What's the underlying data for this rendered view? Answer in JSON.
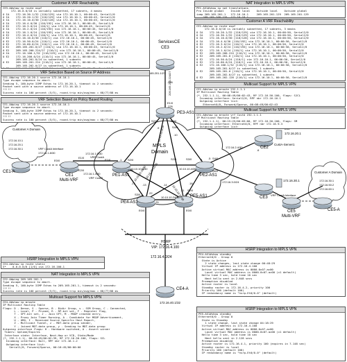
{
  "panels": [
    {
      "id": "p1",
      "title": "Customer A VRF Reachability",
      "lines": [
        "CE3-A#show ip route ospf",
        "     172.16.0.0/16 is variably subnetted, 17 subnets, 4 masks",
        "O IA    172.16.30.1/32 [110/129] via 172.16.10.1, 00:00:45, Serial1/0",
        "O IA    172.16.20.1/32 [110/129] via 172.16.10.1, 00:00:45, Serial1/0",
        "O IA    172.16.10.0/30 [110/128] via 172.16.10.1, 00:00:45, Serial1/0",
        "O IA    172.16.4.0/30 [110/192] via 172.16.10.1, 00:00:45, Serial1/0",
        "O E2    172.16.3.0/24 [110/1] via 172.16.10.1, 00:00:45, Serial1/0",
        "O IA    172.16.2.0/24 [110/193] via 172.16.10.1, 00:00:45, Serial1/0",
        "O IA    172.16.1.0/24 [110/193] via 172.16.10.1, 00:00:45, Serial1/0",
        "O E2    172.16.4.0/24 [110/1] via 172.16.10.1, 00:00:45, Serial1/0",
        "O E2    172.16.10.0/30 [110/1] via 172.16.10.1, 00:00:45, Serial1/0",
        "O E2    172.16.50.0/24 [110/1] via 172.16.10.1, 00:00:45, Serial1/0",
        "O E2    172.16.60.0/24 [110/1] via 172.16.10.1, 00:00:45, Serial1/0",
        "O E2    209.165.201.0/27 [110/1] via 172.16.10.1, 00:00:45, Serial1/0",
        "O E2    209.165.200.224/27 [110/1] via 172.16.10.1, 00:00:45, Serial1/0",
        "O IA    172.16.100.1/32 [110/129] via 172.16.10.1, 00:00:45, Serial1/0",
        "O E2    172.16.200.0/24 [110/1] via 172.16.10.1, 00:00:45, Serial1/0",
        "        209.165.201.0/24 is subnetted, 1 subnets",
        "O E2    209.165.201.224 [110/1] via 172.16.10.1, 00:00:45, Serial1/0",
        "        209.165.202.0/27 is subnetted, 1 subnets",
        "O E2    209.165.202.128 [110/1] via 172.16.10.1, 00:00:45, Serial1/0"
      ]
    },
    {
      "id": "p2",
      "title": "VRF Selection Based on Source IP Address",
      "lines": [
        "CE1-A#ping 172.16.20.1 source 172.16.10.1",
        "Type escape sequence to abort.",
        "Sending 5, 100-byte ICMP Echos to 172.16.20.1, timeout is 2 seconds:",
        "Packet sent with a source address of 172.16.10.1",
        "!!!!!",
        "Success rate is 100 percent (5/5), round-trip min/avg/max = 68/77/88 ms"
      ]
    },
    {
      "id": "p3",
      "title": "VRF Selection Based on Policy Based Routing",
      "lines": [
        "CE1-A#ping 172.16.20.1 source 172.16.10.1",
        "Type escape sequence to abort.",
        "Sending 5, 100-byte ICMP Echos to 172.16.20.1, timeout is 2 seconds:",
        "Packet sent with a source address of 172.16.10.1",
        "!!!!!",
        "Success rate is 100 percent (5/5), round-trip min/avg/max = 68/77/88 ms"
      ]
    },
    {
      "id": "p4",
      "title": "NAT Integration to MPLS VPN",
      "lines": [
        "PE1-AS1#show ip nat translations",
        "Pro Inside global    Inside local    Outside local    Outside global",
        "icmp 209.165.201.1   172.16.10.1     209.165.201.129  209.165.201.129",
        "--- 209.165.200.225  172.16.10.1     ---              ---"
      ]
    },
    {
      "id": "p5",
      "title": "Customer A VRF Reachability",
      "lines": [
        "CE1-A#show ip route ospf",
        "     172.16.0.0/16 is variably subnetted, 17 subnets, 3 masks",
        "O IA    172.16.20.1/32 [110/129] via 172.16.10.1, 00:00:50, Serial2/0",
        "O IA    172.16.30.1/32 [110/129] via 172.16.10.1, 00:00:50, Serial2/0",
        "O IA    172.16.10.0/30 [110/128] via 172.16.10.1, 00:00:50, Serial2/0",
        "O IA    172.16.4.0/30 [110/192] via 172.16.10.1, 00:00:50, Serial2/0",
        "O E2    172.16.3.0/24 [110/1] via 172.16.10.1, 00:00:50, Serial2/0",
        "O IA    172.16.2.0/24 [110/193] via 172.16.10.1, 00:00:50, Serial2/0",
        "O E2    172.16.1.0/24 [110/1] via 172.16.10.1, 00:00:50, Serial2/0",
        "O E2    209.165.200.224 [110/1] via 172.16.10.1, 00:00:50, Serial2/0",
        "O E2    209.165.201.0 [110/1] via 172.16.10.1, 00:00:50, Serial2/0",
        "O E2    172.16.50.0/24 [110/1] via 172.16.10.1, 00:00:50, Serial2/0",
        "O E2    172.16.60.0/24 [110/1] via 172.16.10.1, 00:00:50, Serial2/0",
        "O E2    172.16.100.1/32 [110/1] via 172.16.10.1, 00:00:50, Serial2/0",
        "        209.165.201.0/27 is subnetted, 1 subnets",
        "O E2    209.165.201.0 [110/1] via 172.16.10.1, 00:00:50, Serial2/0",
        "        209.165.202.0/27 is subnetted, 1 subnets",
        "O E2    209.165.202.128 [110/1] via 172.16.10.1, 00:00:50, Serial2/0"
      ]
    },
    {
      "id": "p6",
      "title": "Multicast Support for MPLS VPN",
      "lines": [
        "CE1-A#show ip mroute 232.1.1.1",
        "IP Multicast Routing Table",
        "(*, 232.1.1.1), 00:08:49/00:02:43, RP 172.16.50.100, flags: SJCL",
        "  Incoming interface: Serial2/0, RPF nbr 172.16.10.1",
        "  Outgoing interface list:",
        "    Ethernet0/0, Forward/Sparse, 00:08:49/00:02:43"
      ]
    },
    {
      "id": "p7",
      "title": "Multicast Support for MPLS VPN",
      "lines": [
        "CE1-A#show ip mroute vrf CustA 232.1.1.1",
        "IP Multicast Routing Table",
        "(*, 232.1.1.1), 00:15:25/00:03:00, RP 172.16.50.100, flags: SM",
        "  Incoming interface: Ethernet0/0, RPF nbr 172.16.9.3",
        "  Outgoing interface list:",
        "    Serial2/0, Forward/Sparse, 00:15:25/00:03:00"
      ]
    },
    {
      "id": "p8",
      "title": "HSRP Integration to MPLS VPN",
      "lines": [
        "CE4-A#show ip route static",
        "S*    0.0.0.0/0 [1/0] via 172.16.100.1"
      ]
    },
    {
      "id": "p9",
      "title": "NAT Integration to MPLS VPN",
      "lines": [
        "CE2-A#ping 209.165.201.1",
        "Type escape sequence to abort.",
        "Sending 5, 100-byte ICMP Echos to 209.165.201.1, timeout is 2 seconds:",
        "!!!!!",
        "Success rate is 100 percent (5/5), round-trip min/avg/max = 68/77/88 ms"
      ]
    },
    {
      "id": "p10",
      "title": "Multicast Support for MPLS VPN",
      "lines": [
        "CE4-A#show ip mroute",
        "IP Multicast Routing Table",
        "Flags: D - Dense, S - Sparse, B - Bidir Group, s - SSM Group, C - Connected,",
        "       L - Local, P - Pruned, R - RP-bit set, F - Register flag,",
        "       T - SPT-bit set, J - Join SPT, M - MSDP created entry,",
        "       X - Proxy Join Timer Running, A - Candidate for MSDP Advertisement,",
        "       U - URD, I - Received Source Specific Host Report,",
        "       Z - Multicast Tunnel, z - MDT-data group sender,",
        "       Y - Joined MDT-data group, y - Sending to MDT-data group",
        "Outgoing interface flags: H - Hardware switched, A - Assert winner",
        " Timers: Uptime/Expires",
        " Interface state: Interface, Next-Hop or VCD, State/Mode",
        "",
        "(*, 232.1.1.1), 00:16:45/00:02:39, RP 172.16.50.100, flags: SCL",
        "  Incoming interface: Null, RPF nbr 172.16.1.2",
        "  Outgoing interface list:",
        "    Serial1/0, Forward/Sparse, 00:16:45/00:00:00"
      ]
    },
    {
      "id": "p11",
      "title": "HSRP Integration to MPLS VPN",
      "lines": [
        "PE4-AS1#show standby",
        "Ethernet0/0 - Group 0",
        "  State is Active",
        "    2 state changes, last state change 00:48:29",
        "  Virtual IP address is 172.16.4.100",
        "  Active virtual MAC address is 0000.0c07.ac00",
        "    Local virtual MAC address is 0000.0c07.ac00 (v1 default)",
        "  Hello time 3 sec, hold time 10 sec",
        "    Next hello sent in 2.648 secs",
        "  Preemption disabled",
        "  Active router is local",
        "  Standby router is 172.16.4.2, priority 100",
        "  Priority 100 (default 100)",
        "  IP redundancy name is \"hsrp-Et0/0-0\" (default)"
      ]
    },
    {
      "id": "p12",
      "title": "HSRP Integration to MPLS VPN",
      "lines": [
        "PE5-AS1#show standby",
        "Ethernet0/0 - Group 0",
        "  State is Standby",
        "    1 state change, last state change 04:18:29",
        "  Virtual IP address is 172.16.4.100",
        "  Active virtual MAC address is 0000.0c07.ac00",
        "    Local virtual MAC address is 0000.0c07.ac00 (v1 default)",
        "  Hello time 3 sec, hold time 10 sec",
        "    Next hello sent in 2.128 secs",
        "  Preemption disabled",
        "  Active router is 172.16.4.1, priority 100 (expires in 7.148 sec)",
        "  Standby router is local",
        "  Priority 100 (default 100)",
        "  IP redundancy name is \"hsrp-Et0/0-0\" (default)"
      ]
    }
  ],
  "labels": [
    {
      "id": "l_servicesce",
      "text": "ServicesCE"
    },
    {
      "id": "l_ce3",
      "text": "CE3"
    },
    {
      "id": "l_ce3lo",
      "text": "Lo0- 209.165.201.1/27"
    },
    {
      "id": "l_226",
      "text": ".226"
    },
    {
      "id": "l_225",
      "text": ".225"
    },
    {
      "id": "l_e10a",
      "text": "E1/0"
    },
    {
      "id": "l_netce3",
      "text": "209.165.200.224/27"
    },
    {
      "id": "l_pe3",
      "text": "PE3-AS1"
    },
    {
      "id": "l_s20a",
      "text": "S2/0"
    },
    {
      "id": "l_s30a",
      "text": "S3/0"
    },
    {
      "id": "l_s40a",
      "text": "S4/0"
    },
    {
      "id": "l_n1010a",
      "text": "10.10.10.8/30"
    },
    {
      "id": "l_d9",
      "text": ".9"
    },
    {
      "id": "l_d10",
      "text": ".10"
    },
    {
      "id": "l_custdomain",
      "text": "Customer A Domain"
    },
    {
      "id": "l_ce1a_n1",
      "text": "172.16.10.1"
    },
    {
      "id": "l_ce1a_n2",
      "text": "172.16.20.1"
    },
    {
      "id": "l_ce1a_n3",
      "text": "172.16.30.1"
    },
    {
      "id": "l_ce1a",
      "text": "CE1-A"
    },
    {
      "id": "l_vrfif",
      "text": "VRF CustA Interface"
    },
    {
      "id": "l_ce1net",
      "text": "172.16.1.8/30"
    },
    {
      "id": "l_ce1",
      "text": "CE1"
    },
    {
      "id": "l_multivrf",
      "text": "Multi-VRF"
    },
    {
      "id": "l_e00a",
      "text": "E0/0"
    },
    {
      "id": "l_e10b",
      "text": "E1/0"
    },
    {
      "id": "l_e20a",
      "text": "E2/0"
    },
    {
      "id": "l_n1a",
      "text": "172.16.1.0/30"
    },
    {
      "id": "l_custa1",
      "text": "VRF CustA"
    },
    {
      "id": "l_n1b",
      "text": "172.16.1.4/30"
    },
    {
      "id": "l_custb1",
      "text": "VRF CustB"
    },
    {
      "id": "l_pe1",
      "text": "PE1-AS1"
    },
    {
      "id": "l_mpls",
      "text": "MPLS"
    },
    {
      "id": "l_domain",
      "text": "Domain"
    },
    {
      "id": "l_n1000",
      "text": "10.10.10.0/30"
    },
    {
      "id": "l_s20b",
      "text": "S2/0"
    },
    {
      "id": "l_s30b",
      "text": "S3/0"
    },
    {
      "id": "l_n1010b",
      "text": "10.10.10.4/30"
    },
    {
      "id": "l_pe2",
      "text": "PE2-AS1"
    },
    {
      "id": "l_n2",
      "text": "172.16.2.4/30"
    },
    {
      "id": "l_lo0",
      "text": "Lo0"
    },
    {
      "id": "l_ce2lo",
      "text": "172.16.20.1"
    },
    {
      "id": "l_ce2",
      "text": "CE2"
    },
    {
      "id": "l_custaserver",
      "text": "CustA-Server1"
    },
    {
      "id": "l_ce3b",
      "text": "CE3"
    },
    {
      "id": "l_ce3bnet",
      "text": "172.16.30.1"
    },
    {
      "id": "l_n3",
      "text": "172.16.3.0/24"
    },
    {
      "id": "l_vrfif2",
      "text": "VRF CustA Interface"
    },
    {
      "id": "l_ce5",
      "text": "CE5"
    },
    {
      "id": "l_multivrf2",
      "text": "Multi-VRF"
    },
    {
      "id": "l_custdomain2",
      "text": "Customer A Domain"
    },
    {
      "id": "l_ce5a_n1",
      "text": "172.16.30.1"
    },
    {
      "id": "l_ce5a_n2",
      "text": "172.16.50.2"
    },
    {
      "id": "l_ce5a_n3",
      "text": "172.16.60.1"
    },
    {
      "id": "l_ce5a",
      "text": "CE5-A"
    },
    {
      "id": "l_pe4",
      "text": "PE4-AS1"
    },
    {
      "id": "l_pe5",
      "text": "PE5-AS1"
    },
    {
      "id": "l_n1016",
      "text": "10.10.10.16/30"
    },
    {
      "id": "l_n1012",
      "text": "10.10.10.12/30"
    },
    {
      "id": "l_n1020",
      "text": "10.10.10.20/30"
    },
    {
      "id": "l_n1024",
      "text": "10.10.10.24/30"
    },
    {
      "id": "l_hsrp",
      "text": "HSRP"
    },
    {
      "id": "l_vip",
      "text": "VIP: 172.16.4.100"
    },
    {
      "id": "l_n4",
      "text": "172.16.4.0/24"
    },
    {
      "id": "l_ce4",
      "text": "CE4-A"
    },
    {
      "id": "l_ce4net",
      "text": "172.16.40.1/32"
    },
    {
      "id": "l_d1",
      "text": ".1"
    },
    {
      "id": "l_d2",
      "text": ".2"
    },
    {
      "id": "l_d5",
      "text": ".5"
    },
    {
      "id": "l_d6",
      "text": ".6"
    },
    {
      "id": "l_d13",
      "text": ".13"
    },
    {
      "id": "l_d14",
      "text": ".14"
    },
    {
      "id": "l_d17",
      "text": ".17"
    },
    {
      "id": "l_d18",
      "text": ".18"
    },
    {
      "id": "l_d21",
      "text": ".21"
    },
    {
      "id": "l_d22",
      "text": ".22"
    },
    {
      "id": "l_d25",
      "text": ".25"
    },
    {
      "id": "l_d26",
      "text": ".26"
    },
    {
      "id": "l_e10c",
      "text": "E1/0"
    },
    {
      "id": "l_s20c",
      "text": "S2/0"
    },
    {
      "id": "l_s30c",
      "text": "S3/0"
    },
    {
      "id": "l_s40c",
      "text": "S4/0"
    },
    {
      "id": "l_s60",
      "text": "S6/0"
    },
    {
      "id": "l_e00b",
      "text": "E0/0"
    },
    {
      "id": "l_e00c",
      "text": "E0/0"
    },
    {
      "id": "l_s30d",
      "text": "S3/0"
    },
    {
      "id": "l_s20d",
      "text": "S2/0"
    }
  ]
}
